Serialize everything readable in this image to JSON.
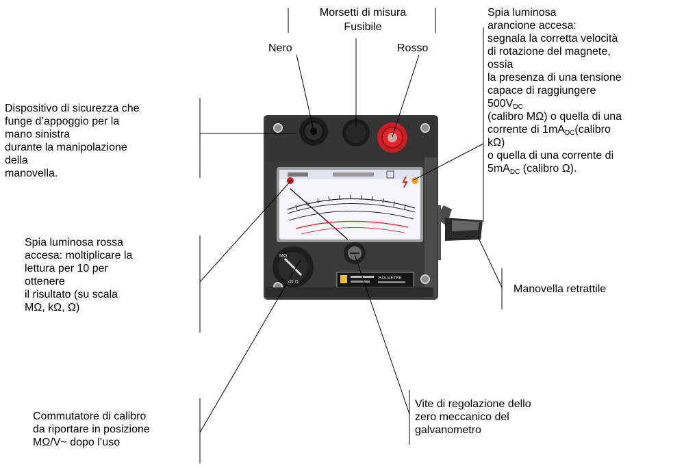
{
  "labels": {
    "top_title": "Morsetti di misura",
    "fuse": "Fusibile",
    "nero": "Nero",
    "rosso": "Rosso",
    "left_top": [
      "Dispositivo di sicurezza che",
      "funge d’appoggio per la",
      "mano sinistra",
      "durante la manipolazione",
      "della",
      "manovella."
    ],
    "left_mid": [
      "Spia luminosa rossa",
      "accesa: moltiplicare la",
      "lettura per 10 per",
      "ottenere",
      "il risultato (su scala",
      "MΩ, kΩ, Ω)"
    ],
    "left_bottom": [
      "Commutatore di calibro",
      "da riportare in posizione",
      "MΩ/V~ dopo l’uso"
    ],
    "right_top": {
      "l1": "Spia luminosa",
      "l2": "arancione accesa:",
      "l3": "segnala la corretta velocità",
      "l4": "di rotazione del magnete,",
      "l5": "ossia",
      "l6": "la presenza di una tensione",
      "l7": "capace di raggiungere",
      "l8a": "500V",
      "l8b": "DC",
      "l9": "(calibro MΩ) o quella di una",
      "l10a": "corrente di 1mA",
      "l10b": "DC",
      "l10c": "(calibro",
      "l11": "kΩ)",
      "l12": "o quella di una corrente di",
      "l13a": "5mA",
      "l13b": "DC",
      "l13c": " (calibro Ω)."
    },
    "crank": "Manovella retrattile",
    "screw": [
      "Vite di regolazione dello",
      "zero meccanico del",
      "galvanometro"
    ]
  },
  "device": {
    "knob_top": "MΩ",
    "knob_bottom": "kΩ  Ω",
    "plate": "ISOLMETRE"
  },
  "colors": {
    "body": "#3b3b3b",
    "red_terminal": "#e0262a",
    "dial_face": "#f4f6fb",
    "red_scale": "#e8353a",
    "orange_lamp": "#f0a020"
  }
}
